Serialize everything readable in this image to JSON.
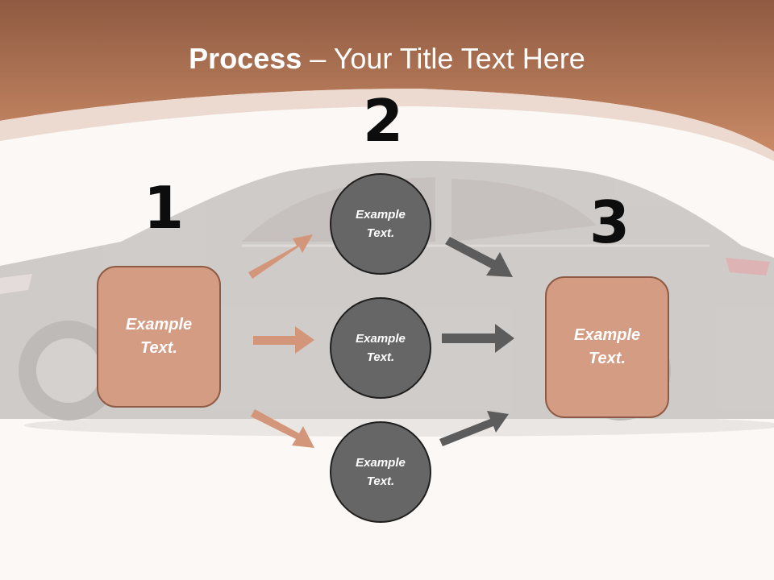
{
  "title": {
    "bold": "Process",
    "rest": " – Your Title Text Here"
  },
  "numbers": {
    "one": "1",
    "two": "2",
    "three": "3"
  },
  "steps": {
    "left_box": "Example Text.",
    "circle_top": "Example Text.",
    "circle_middle": "Example Text.",
    "circle_bottom": "Example Text.",
    "right_box": "Example Text."
  },
  "colors": {
    "header": "#c07a56",
    "box_fill": "#d49c83",
    "circle_fill": "#666666",
    "arrow_light": "#d4967a",
    "arrow_dark": "#5c5c5c"
  }
}
